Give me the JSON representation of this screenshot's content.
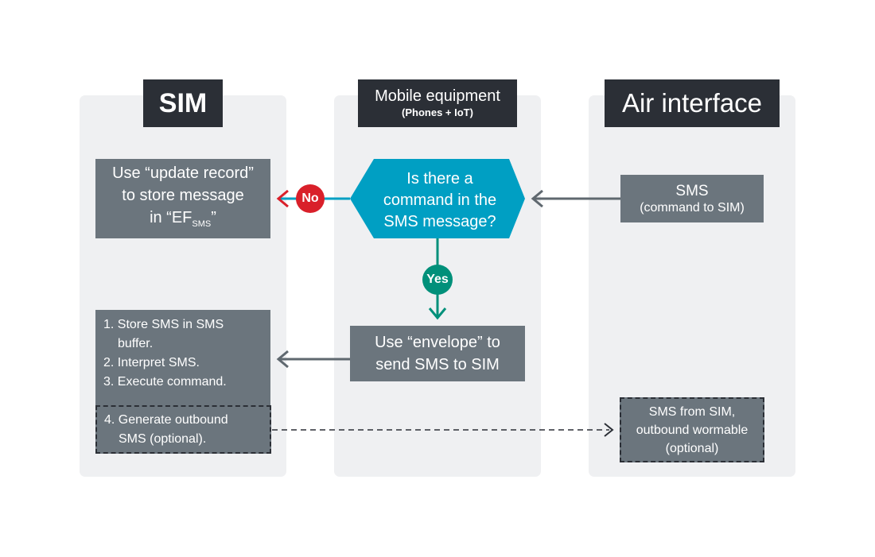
{
  "lanes": {
    "sim": {
      "title": "SIM"
    },
    "mobile": {
      "title": "Mobile equipment",
      "subtitle": "(Phones + IoT)"
    },
    "air": {
      "title": "Air interface"
    }
  },
  "nodes": {
    "sms_in": {
      "line1": "SMS",
      "line2": "(command to SIM)"
    },
    "decision": {
      "line1": "Is there a",
      "line2": "command in the",
      "line3": "SMS message?"
    },
    "update_record": {
      "line1": "Use “update record”",
      "line2": "to store message",
      "line3_prefix": "in “EF",
      "line3_sub": "SMS",
      "line3_suffix": "”"
    },
    "envelope": {
      "line1": "Use “envelope” to",
      "line2": "send SMS to SIM"
    },
    "steps": {
      "step1a": "1. Store SMS in SMS",
      "step1b": "buffer.",
      "step2": "2. Interpret SMS.",
      "step3": "3. Execute command."
    },
    "step4": {
      "line1": "4. Generate outbound",
      "line2": "SMS (optional)."
    },
    "sms_out": {
      "line1": "SMS from SIM,",
      "line2": "outbound wormable",
      "line3": "(optional)"
    }
  },
  "badges": {
    "no": "No",
    "yes": "Yes"
  },
  "colors": {
    "lane_bg": "#eff0f2",
    "title_bg": "#2b2f36",
    "box_bg": "#6b757d",
    "decision_bg": "#009fc3",
    "no_red": "#d9202a",
    "yes_green": "#00907a",
    "arrow_gray": "#5f686f"
  }
}
